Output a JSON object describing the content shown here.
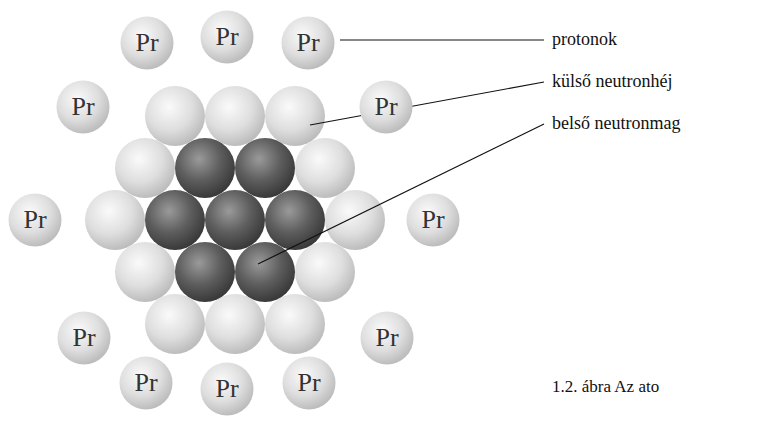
{
  "diagram": {
    "caption": "1.2. ábra Az ato",
    "nodes": [
      {
        "text": [
          "Pr"
        ]
      },
      {
        "text": [
          "Pr"
        ]
      },
      {
        "text": [
          "Pr"
        ]
      },
      {
        "text": [
          "Pr"
        ]
      },
      {
        "text": [
          "Pr"
        ]
      },
      {
        "text": [
          "Pr"
        ]
      },
      {
        "text": [
          "Pr"
        ]
      },
      {
        "text": [
          "Pr"
        ]
      },
      {
        "text": [
          "Pr"
        ]
      },
      {
        "text": [
          "Pr"
        ]
      },
      {
        "text": [
          "Pr"
        ]
      },
      {
        "text": [
          "Pr"
        ]
      }
    ],
    "labels": [
      "protonok",
      "külső neutronhéj",
      "belső neutronmag"
    ]
  }
}
